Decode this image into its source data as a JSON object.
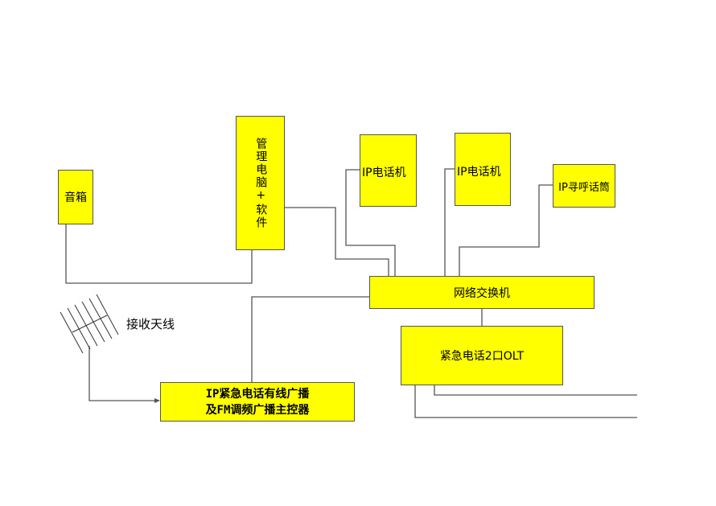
{
  "colors": {
    "box_fill": "#ffff00",
    "line": "#555555"
  },
  "nodes": {
    "speaker": "音箱",
    "pc": "管理电脑+软件",
    "ip_phone_1": "IP电话机",
    "ip_phone_2": "IP电话机",
    "paging_mic": "IP寻呼话筒",
    "switch": "网络交换机",
    "olt": "紧急电话2口OLT",
    "controller_line1": "IP紧急电话有线广播",
    "controller_line2": "及FM调频广播主控器"
  },
  "labels": {
    "antenna": "接收天线"
  }
}
